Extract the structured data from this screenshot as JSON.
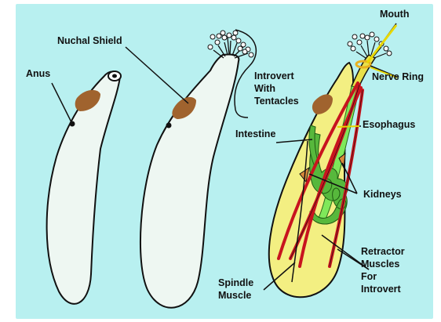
{
  "labels": {
    "anus": "Anus",
    "nuchal_shield": "Nuchal Shield",
    "introvert_line1": "Introvert",
    "introvert_line2": "With",
    "introvert_line3": "Tentacles",
    "mouth": "Mouth",
    "nerve_ring": "Nerve Ring",
    "intestine": "Intestine",
    "esophagus": "Esophagus",
    "kidneys": "Kidneys",
    "retractor_line1": "Retractor",
    "retractor_line2": "Muscles",
    "retractor_line3": "For",
    "retractor_line4": "Introvert",
    "spindle_line1": "Spindle",
    "spindle_line2": "Muscle"
  },
  "colors": {
    "background": "#b8f0f0",
    "body": "#eef7f2",
    "nuchal_shield": "#a0632e",
    "cutaway_body": "#f3ef82",
    "esophagus": "#7fe85a",
    "intestine": "#57b83c",
    "retractor": "#c8141e",
    "mouth_tube": "#e8e04a"
  }
}
